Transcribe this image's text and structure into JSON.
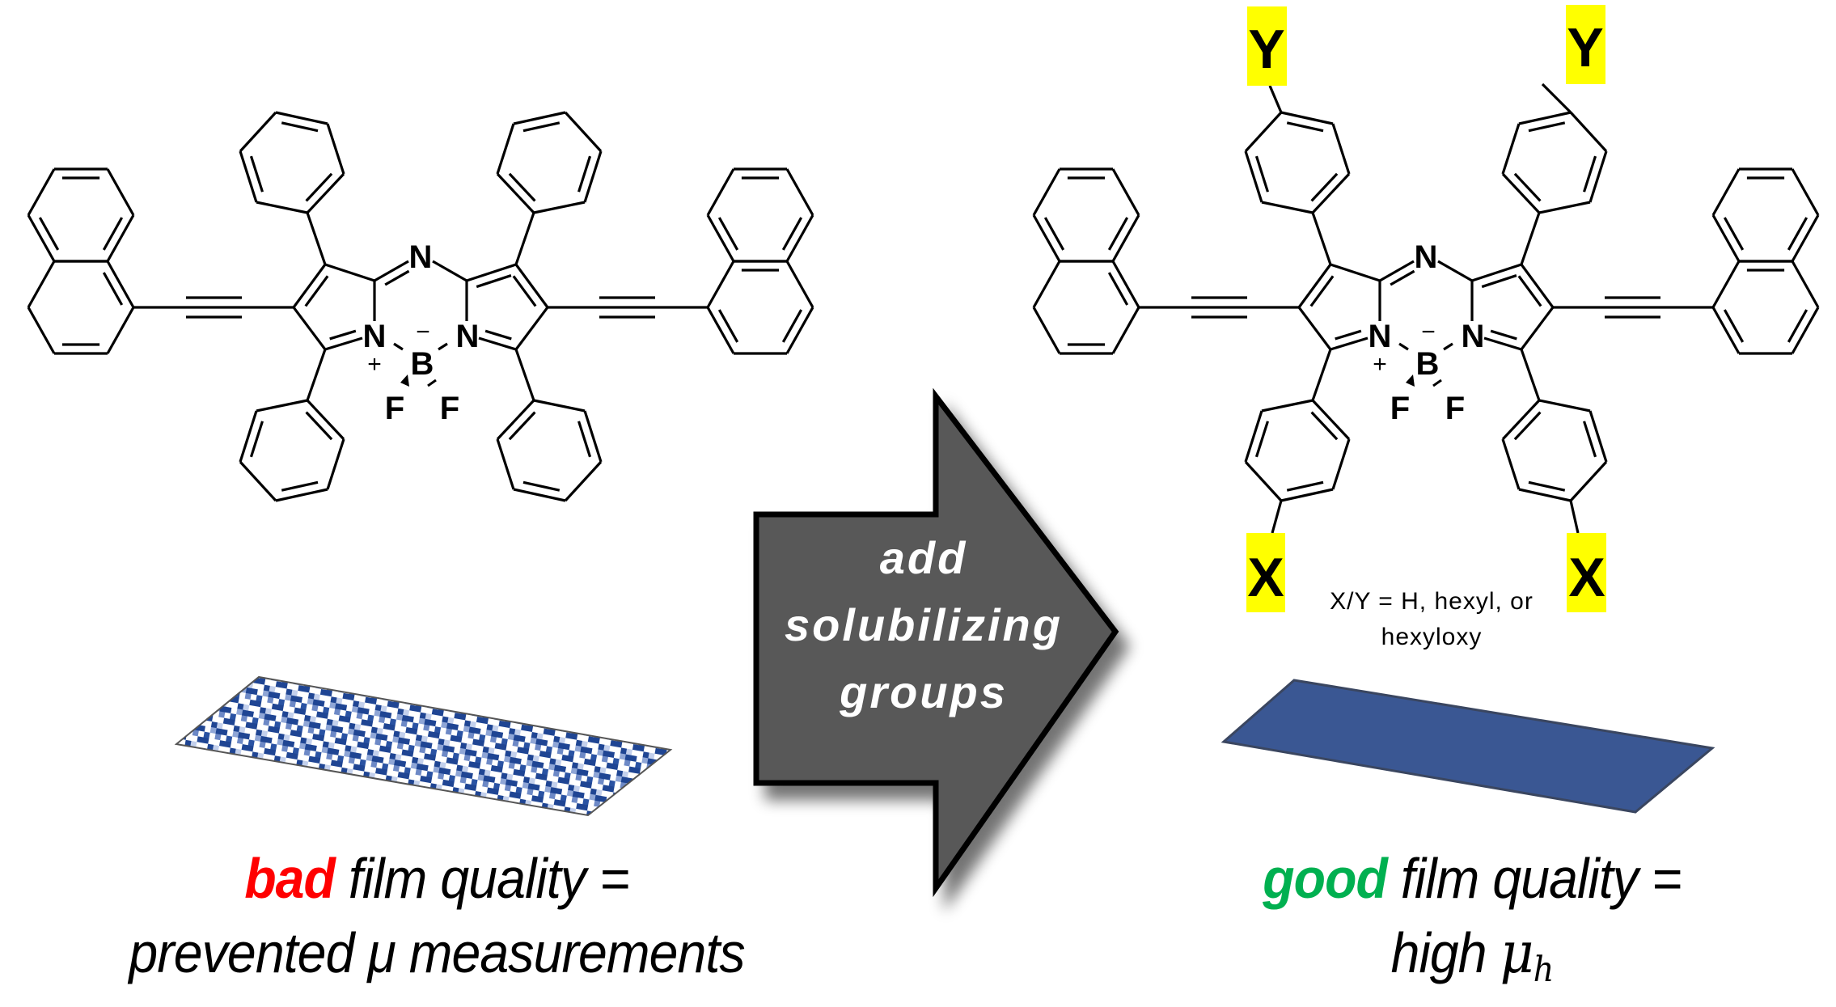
{
  "left_molecule": {
    "name": "tetraphenyl aza-BODIPY with naphthylethynyl groups",
    "atoms": {
      "bridge_n": "N",
      "pyrrole_n": "N",
      "boron": "B",
      "fluorine": "F"
    },
    "charges": {
      "plus": "+",
      "minus": "−"
    }
  },
  "right_molecule": {
    "name": "substituted aza-BODIPY with solubilizing groups",
    "atoms": {
      "bridge_n": "N",
      "pyrrole_n": "N",
      "boron": "B",
      "fluorine": "F"
    },
    "charges": {
      "plus": "+",
      "minus": "−"
    },
    "substituent_top": "Y",
    "substituent_bottom": "X",
    "highlight_color": "#ffff00",
    "substituent_note_line1": "X/Y = H, hexyl, or",
    "substituent_note_line2": "hexyloxy"
  },
  "arrow": {
    "line1": "add",
    "line2": "solubilizing",
    "line3": "groups",
    "fill_color": "#595959"
  },
  "left_panel": {
    "film_label": "bad-film",
    "keyword": "bad",
    "keyword_color": "#ff0000",
    "line1_rest": " film quality =",
    "line2": "prevented μ measurements",
    "film_color": "#1f4593"
  },
  "right_panel": {
    "film_label": "good-film",
    "keyword": "good",
    "keyword_color": "#00b050",
    "line1_rest": " film quality =",
    "line2_prefix": "high ",
    "line2_symbol": "μ",
    "line2_subscript": "h",
    "film_color": "#3a5793"
  }
}
